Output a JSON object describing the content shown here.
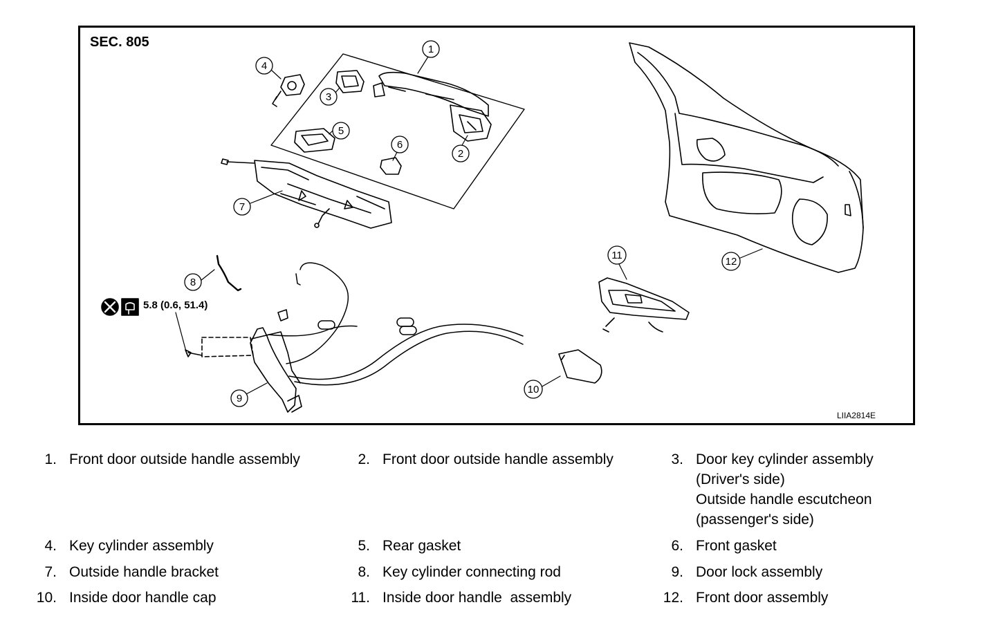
{
  "figure": {
    "section_label": "SEC. 805",
    "figure_code": "LIIA2814E",
    "torque_spec": "5.8 (0.6, 51.4)",
    "callouts": [
      "1",
      "2",
      "3",
      "4",
      "5",
      "6",
      "7",
      "8",
      "9",
      "10",
      "11",
      "12"
    ]
  },
  "legend": [
    {
      "num": "1.",
      "lines": [
        "Front door outside handle assembly"
      ]
    },
    {
      "num": "2.",
      "lines": [
        "Front door outside handle assembly"
      ]
    },
    {
      "num": "3.",
      "lines": [
        "Door key cylinder assembly",
        "(Driver's side)",
        "Outside handle escutcheon",
        "(passenger's side)"
      ]
    },
    {
      "num": "4.",
      "lines": [
        "Key cylinder assembly"
      ]
    },
    {
      "num": "5.",
      "lines": [
        "Rear gasket"
      ]
    },
    {
      "num": "6.",
      "lines": [
        "Front gasket"
      ]
    },
    {
      "num": "7.",
      "lines": [
        "Outside handle bracket"
      ]
    },
    {
      "num": "8.",
      "lines": [
        "Key cylinder connecting rod"
      ]
    },
    {
      "num": "9.",
      "lines": [
        "Door lock assembly"
      ]
    },
    {
      "num": "10.",
      "lines": [
        "Inside door handle cap"
      ]
    },
    {
      "num": "11.",
      "lines": [
        "Inside door handle  assembly"
      ]
    },
    {
      "num": "12.",
      "lines": [
        "Front door assembly"
      ]
    }
  ]
}
